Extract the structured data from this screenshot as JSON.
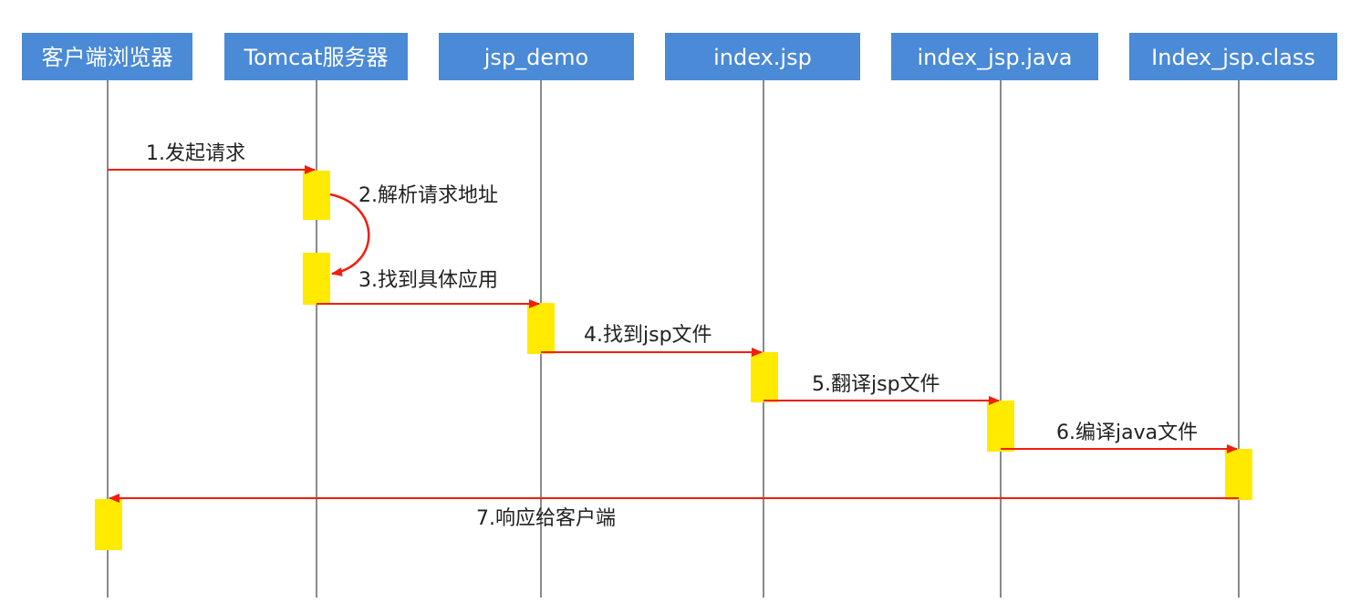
{
  "colors": {
    "actor_box": "#4a8ad6",
    "actor_text": "#ffffff",
    "lifeline": "#8a8a8a",
    "activation": "#ffea00",
    "arrow": "#f31d0f",
    "label_text": "#222222"
  },
  "actors": [
    {
      "id": "browser",
      "label": "客户端浏览器"
    },
    {
      "id": "tomcat",
      "label": "Tomcat服务器"
    },
    {
      "id": "jsp_demo",
      "label": "jsp_demo"
    },
    {
      "id": "index_jsp",
      "label": "index.jsp"
    },
    {
      "id": "index_jsp_java",
      "label": "index_jsp.java"
    },
    {
      "id": "index_jsp_class",
      "label": "Index_jsp.class"
    }
  ],
  "messages": [
    {
      "step": 1,
      "label": "1.发起请求",
      "from": "browser",
      "to": "tomcat"
    },
    {
      "step": 2,
      "label": "2.解析请求地址",
      "from": "tomcat",
      "to": "tomcat"
    },
    {
      "step": 3,
      "label": "3.找到具体应用",
      "from": "tomcat",
      "to": "jsp_demo"
    },
    {
      "step": 4,
      "label": "4.找到jsp文件",
      "from": "jsp_demo",
      "to": "index_jsp"
    },
    {
      "step": 5,
      "label": "5.翻译jsp文件",
      "from": "index_jsp",
      "to": "index_jsp_java"
    },
    {
      "step": 6,
      "label": "6.编译java文件",
      "from": "index_jsp_java",
      "to": "index_jsp_class"
    },
    {
      "step": 7,
      "label": "7.响应给客户端",
      "from": "index_jsp_class",
      "to": "browser"
    }
  ]
}
